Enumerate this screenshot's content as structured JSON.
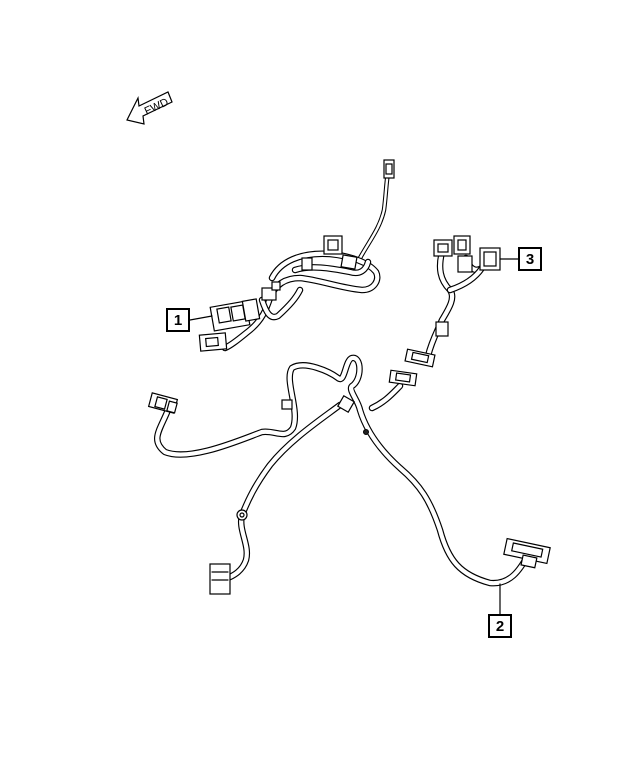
{
  "orientation": {
    "label": "FWD",
    "icon": "forward-arrow-icon"
  },
  "callouts": [
    {
      "number": "1",
      "part": "harness-1"
    },
    {
      "number": "2",
      "part": "harness-2"
    },
    {
      "number": "3",
      "part": "harness-3"
    }
  ]
}
